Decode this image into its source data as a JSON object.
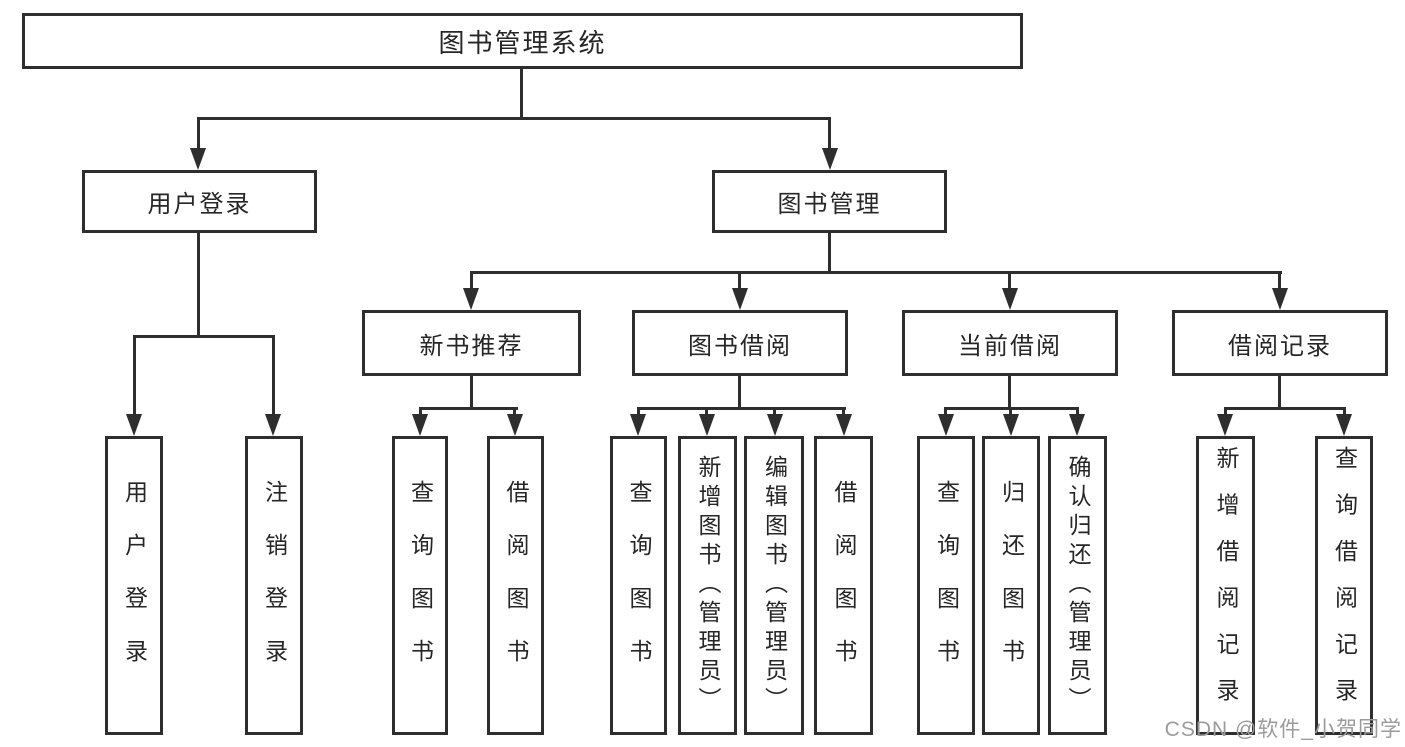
{
  "diagram": {
    "title": "图书管理系统",
    "watermark": "CSDN @软件_小贺同学",
    "nodes": [
      {
        "id": "root",
        "label": "图书管理系统"
      },
      {
        "id": "user-login",
        "label": "用户登录"
      },
      {
        "id": "book-mgmt",
        "label": "图书管理"
      },
      {
        "id": "login-user",
        "label": "用户登录"
      },
      {
        "id": "login-logout",
        "label": "注销登录"
      },
      {
        "id": "new-book-rec",
        "label": "新书推荐"
      },
      {
        "id": "book-borrow",
        "label": "图书借阅"
      },
      {
        "id": "current-borrow",
        "label": "当前借阅"
      },
      {
        "id": "borrow-records",
        "label": "借阅记录"
      },
      {
        "id": "rec-query-book",
        "label": "查询图书"
      },
      {
        "id": "rec-borrow-book",
        "label": "借阅图书"
      },
      {
        "id": "bb-query-book",
        "label": "查询图书"
      },
      {
        "id": "bb-add-book",
        "label": "新增图书（管理员）"
      },
      {
        "id": "bb-edit-book",
        "label": "编辑图书（管理员）"
      },
      {
        "id": "bb-borrow-book",
        "label": "借阅图书"
      },
      {
        "id": "cb-query-book",
        "label": "查询图书"
      },
      {
        "id": "cb-return-book",
        "label": "归还图书"
      },
      {
        "id": "cb-confirm-return",
        "label": "确认归还（管理员）"
      },
      {
        "id": "br-add-record",
        "label": "新增借阅记录"
      },
      {
        "id": "br-query-record",
        "label": "查询借阅记录"
      }
    ]
  },
  "colors": {
    "line": "#2e2e2e",
    "text": "#262626",
    "watermark_text": "#9b9b9b",
    "background": "#ffffff"
  }
}
